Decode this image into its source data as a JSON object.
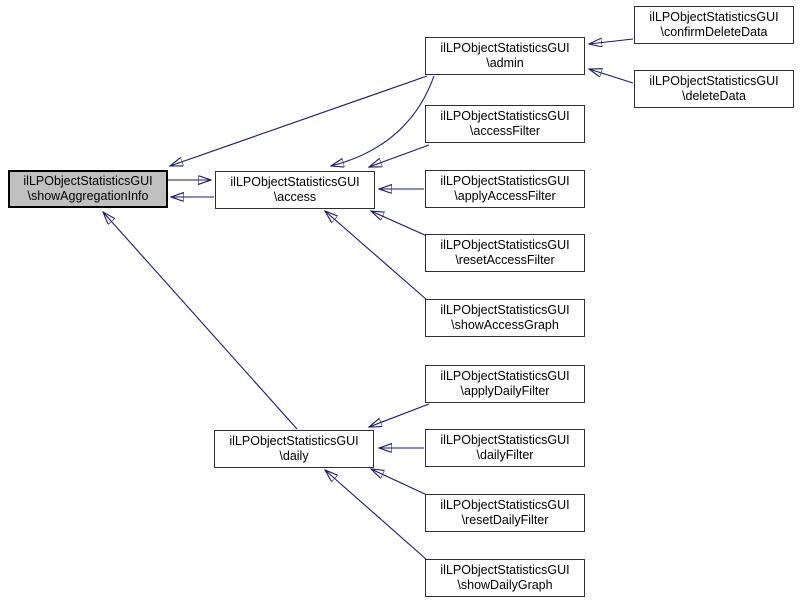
{
  "diagram": {
    "type": "doxygen-caller-graph",
    "background": "#ffffff",
    "edge_color": "#191970",
    "node_fill": "#ffffff",
    "node_border_color": "#2e2e2e",
    "highlighted_node_fill": "#c0c0c0",
    "nodes": [
      {
        "id": "showAggregationInfo",
        "line1": "ilLPObjectStatisticsGUI",
        "line2": "\\showAggregationInfo",
        "highlighted": true
      },
      {
        "id": "access",
        "line1": "ilLPObjectStatisticsGUI",
        "line2": "\\access",
        "highlighted": false
      },
      {
        "id": "daily",
        "line1": "ilLPObjectStatisticsGUI",
        "line2": "\\daily",
        "highlighted": false
      },
      {
        "id": "admin",
        "line1": "ilLPObjectStatisticsGUI",
        "line2": "\\admin",
        "highlighted": false
      },
      {
        "id": "confirmDeleteData",
        "line1": "ilLPObjectStatisticsGUI",
        "line2": "\\confirmDeleteData",
        "highlighted": false
      },
      {
        "id": "deleteData",
        "line1": "ilLPObjectStatisticsGUI",
        "line2": "\\deleteData",
        "highlighted": false
      },
      {
        "id": "accessFilter",
        "line1": "ilLPObjectStatisticsGUI",
        "line2": "\\accessFilter",
        "highlighted": false
      },
      {
        "id": "applyAccessFilter",
        "line1": "ilLPObjectStatisticsGUI",
        "line2": "\\applyAccessFilter",
        "highlighted": false
      },
      {
        "id": "resetAccessFilter",
        "line1": "ilLPObjectStatisticsGUI",
        "line2": "\\resetAccessFilter",
        "highlighted": false
      },
      {
        "id": "showAccessGraph",
        "line1": "ilLPObjectStatisticsGUI",
        "line2": "\\showAccessGraph",
        "highlighted": false
      },
      {
        "id": "applyDailyFilter",
        "line1": "ilLPObjectStatisticsGUI",
        "line2": "\\applyDailyFilter",
        "highlighted": false
      },
      {
        "id": "dailyFilter",
        "line1": "ilLPObjectStatisticsGUI",
        "line2": "\\dailyFilter",
        "highlighted": false
      },
      {
        "id": "resetDailyFilter",
        "line1": "ilLPObjectStatisticsGUI",
        "line2": "\\resetDailyFilter",
        "highlighted": false
      },
      {
        "id": "showDailyGraph",
        "line1": "ilLPObjectStatisticsGUI",
        "line2": "\\showDailyGraph",
        "highlighted": false
      }
    ],
    "edges": [
      {
        "from": "showAggregationInfo",
        "to": "access"
      },
      {
        "from": "access",
        "to": "showAggregationInfo"
      },
      {
        "from": "admin",
        "to": "showAggregationInfo"
      },
      {
        "from": "admin",
        "to": "access"
      },
      {
        "from": "accessFilter",
        "to": "access"
      },
      {
        "from": "applyAccessFilter",
        "to": "access"
      },
      {
        "from": "resetAccessFilter",
        "to": "access"
      },
      {
        "from": "showAccessGraph",
        "to": "access"
      },
      {
        "from": "confirmDeleteData",
        "to": "admin"
      },
      {
        "from": "deleteData",
        "to": "admin"
      },
      {
        "from": "daily",
        "to": "showAggregationInfo"
      },
      {
        "from": "applyDailyFilter",
        "to": "daily"
      },
      {
        "from": "dailyFilter",
        "to": "daily"
      },
      {
        "from": "resetDailyFilter",
        "to": "daily"
      },
      {
        "from": "showDailyGraph",
        "to": "daily"
      }
    ]
  }
}
